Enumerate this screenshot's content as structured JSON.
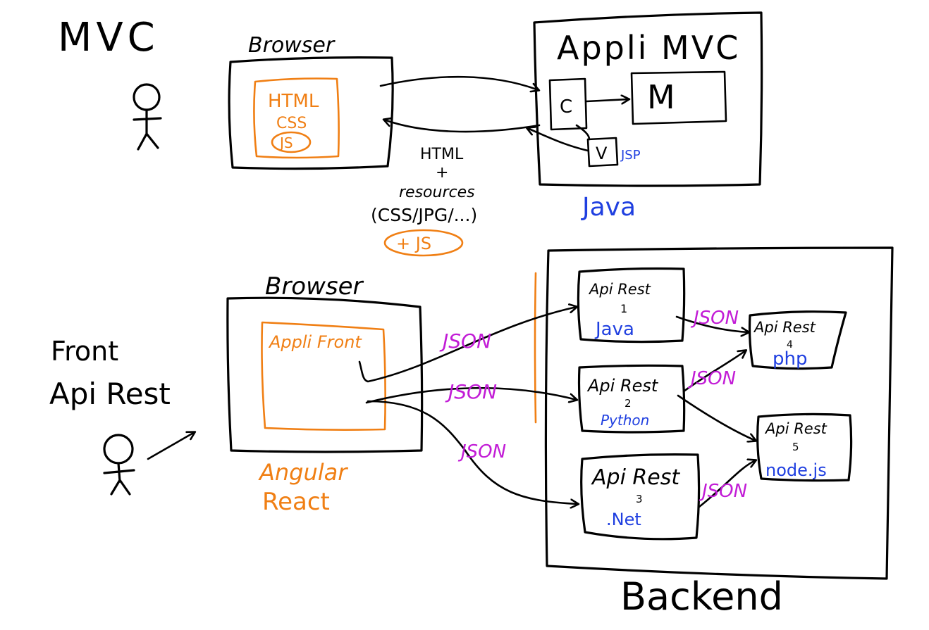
{
  "colors": {
    "ink": "#000000",
    "frontend": "#f07f14",
    "language": "#1f3fe0",
    "json": "#c21cd6"
  },
  "mvc": {
    "title": "MVC",
    "browser": {
      "label": "Browser",
      "html": "HTML",
      "css": "CSS",
      "js": "JS"
    },
    "response": {
      "line1": "HTML",
      "line2": "+",
      "line3": "resources",
      "line4": "(CSS/JPG/...)",
      "extra": "+ JS"
    },
    "app": {
      "title": "Appli MVC",
      "controller": "C",
      "model": "M",
      "view": "V",
      "view_tech": "JSP",
      "language": "Java"
    }
  },
  "rest": {
    "title_line1": "Front",
    "title_line2": "Api Rest",
    "browser": {
      "label": "Browser",
      "app": "Appli Front",
      "frameworks_line1": "Angular",
      "frameworks_line2": "React"
    },
    "json_label": "JSON",
    "backend": {
      "label": "Backend",
      "apis": [
        {
          "name": "Api Rest",
          "number": "1",
          "language": "Java"
        },
        {
          "name": "Api Rest",
          "number": "2",
          "language": "Python"
        },
        {
          "name": "Api Rest",
          "number": "3",
          "language": ".Net"
        },
        {
          "name": "Api Rest",
          "number": "4",
          "language": "php"
        },
        {
          "name": "Api Rest",
          "number": "5",
          "language": "node.js"
        }
      ]
    }
  }
}
